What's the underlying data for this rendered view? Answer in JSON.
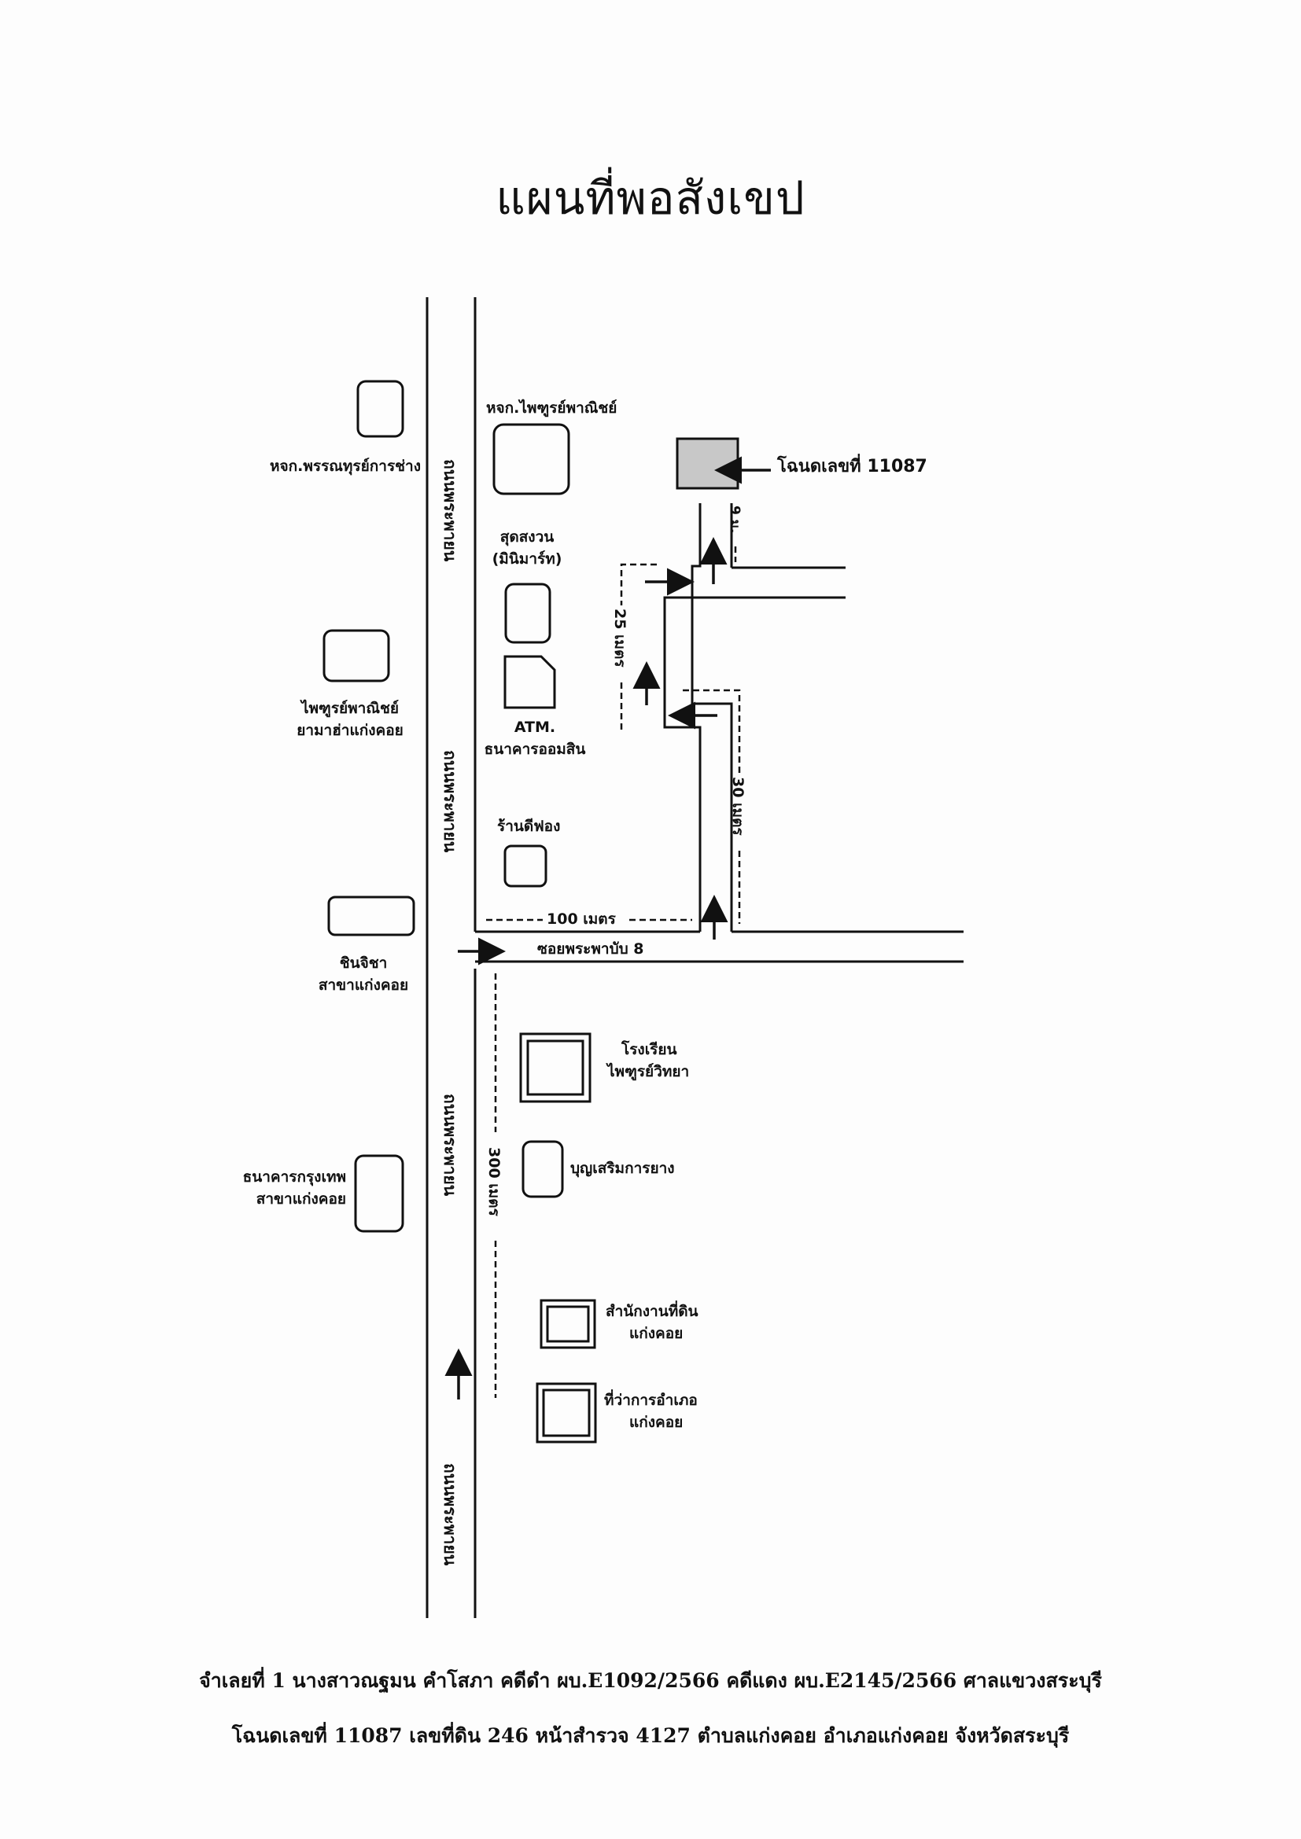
{
  "title": "แผนที่พอสังเขป",
  "roads": {
    "main_road": "ถนนพระพายน",
    "main_road_2": "ถนนพระพายน",
    "main_road_3": "ถนนพระพายน",
    "main_road_4": "ถนนพระพายน",
    "soi": "ซอยพระพาบับ 8"
  },
  "distances": {
    "d100": "100 เมตร",
    "d300": "300 เมตร",
    "d25": "25 เมตร",
    "d30": "30 เมตร",
    "d9": "9 ม."
  },
  "places": {
    "left1": "หจก.พรรณทุรย์การช่าง",
    "right1": "หจก.ไพฑูรย์พาณิชย์",
    "target": "โฉนดเลขที่ 11087",
    "sudsuan": "สุดสงวน",
    "minimart": "(มินิมาร์ท)",
    "left2_l1": "ไพฑูรย์พาณิชย์",
    "left2_l2": "ยามาฮ่าแก่งคอย",
    "atm": "ATM.",
    "gsb": "ธนาคารออมสิน",
    "shop": "ร้านดีฟอง",
    "left3_l1": "ชินจิชา",
    "left3_l2": "สาขาแก่งคอย",
    "school_l1": "โรงเรียน",
    "school_l2": "ไพฑูรย์วิทยา",
    "rubber": "บุญเสริมการยาง",
    "bank_l1": "ธนาคารกรุงเทพ",
    "bank_l2": "สาขาแก่งคอย",
    "land_l1": "สำนักงานที่ดิน",
    "land_l2": "แก่งคอย",
    "district_l1": "ที่ว่าการอำเภอ",
    "district_l2": "แก่งคอย"
  },
  "footer": {
    "line1": "จำเลยที่ 1 นางสาวณฐมน คำโสภา  คดีดำ ผบ.E1092/2566  คดีแดง ผบ.E2145/2566 ศาลแขวงสระบุรี",
    "line2": "โฉนดเลขที่ 11087 เลขที่ดิน 246 หน้าสำรวจ 4127 ตำบลแก่งคอย อำเภอแก่งคอย จังหวัดสระบุรี"
  }
}
